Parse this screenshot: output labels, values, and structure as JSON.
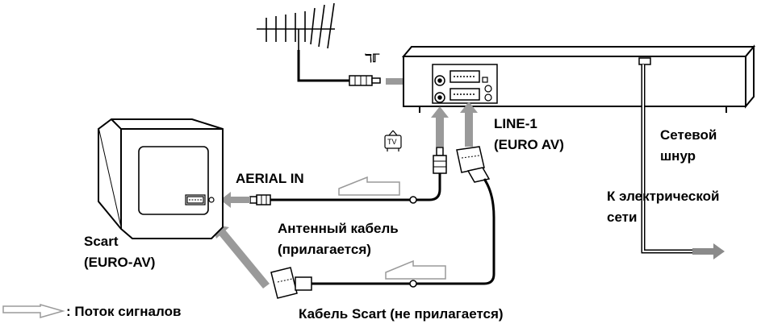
{
  "labels": {
    "line1_a": "LINE-1",
    "line1_b": "(EURO AV)",
    "power_cord_a": "Сетевой",
    "power_cord_b": "шнур",
    "to_mains_a": "К электрической",
    "to_mains_b": "сети",
    "aerial_in": "AERIAL IN",
    "aerial_cable_a": "Антенный кабель",
    "aerial_cable_b": "(прилагается)",
    "tv_scart_a": "Scart",
    "tv_scart_b": "(EURO-AV)",
    "scart_cable": "Кабель Scart (не прилагается)",
    "legend": ": Поток сигналов",
    "antenna_symbol": "ℸℾ",
    "tv_symbol": "TV"
  },
  "colors": {
    "line": "#000000",
    "arrow": "#9a9a9a",
    "cable": "#8a8a8a",
    "background": "#ffffff"
  }
}
